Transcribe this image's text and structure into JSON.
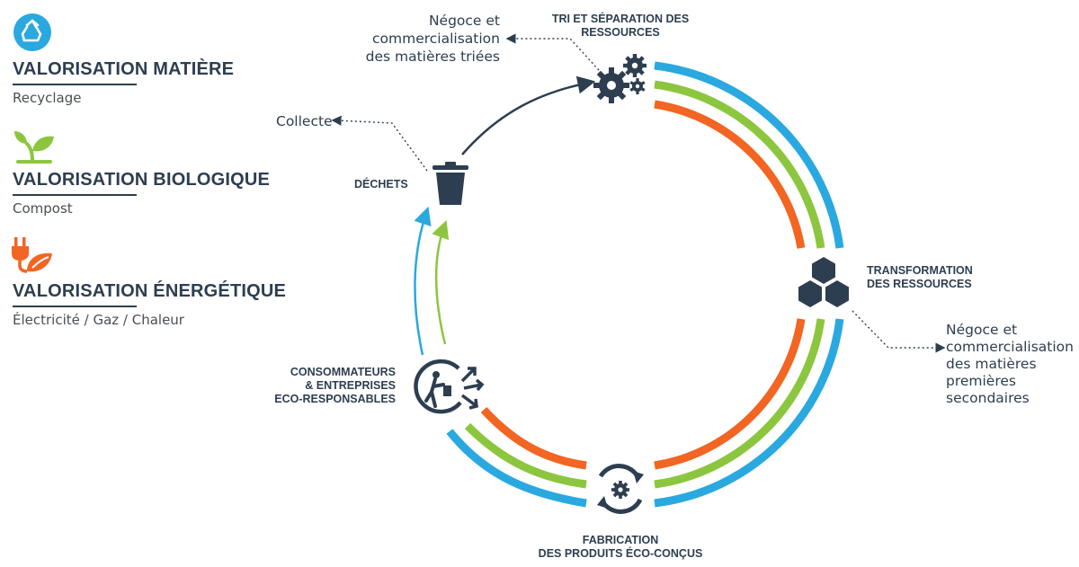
{
  "legend": {
    "items": [
      {
        "title": "VALORISATION MATIÈRE",
        "subtitle": "Recyclage",
        "icon": "recycle-icon",
        "color": "#2aa8e0"
      },
      {
        "title": "VALORISATION BIOLOGIQUE",
        "subtitle": "Compost",
        "icon": "sprout-icon",
        "color": "#8cc63f"
      },
      {
        "title": "VALORISATION ÉNERGÉTIQUE",
        "subtitle": "Électricité / Gaz / Chaleur",
        "icon": "plug-leaf-icon",
        "color": "#f26522"
      }
    ]
  },
  "cycle": {
    "tri": {
      "line1": "TRI ET SÉPARATION DES",
      "line2": "RESSOURCES"
    },
    "negoce_top": {
      "line1": "Négoce et",
      "line2": "commercialisation",
      "line3": "des matières triées"
    },
    "dechets": "DÉCHETS",
    "collecte": "Collecte",
    "transformation": {
      "line1": "TRANSFORMATION",
      "line2": "DES RESSOURCES"
    },
    "negoce_right": {
      "line1": "Négoce et",
      "line2": "commercialisation",
      "line3": "des matières",
      "line4": "premières",
      "line5": "secondaires"
    },
    "fabrication": {
      "line1": "FABRICATION",
      "line2": "DES PRODUITS ÉCO-CONÇUS"
    },
    "consommateurs": {
      "line1": "CONSOMMATEURS",
      "line2": "& ENTREPRISES",
      "line3": "ECO-RESPONSABLES"
    }
  },
  "colors": {
    "blue": "#2aa8e0",
    "green": "#8cc63f",
    "orange": "#f26522",
    "navy": "#2d3e50"
  }
}
